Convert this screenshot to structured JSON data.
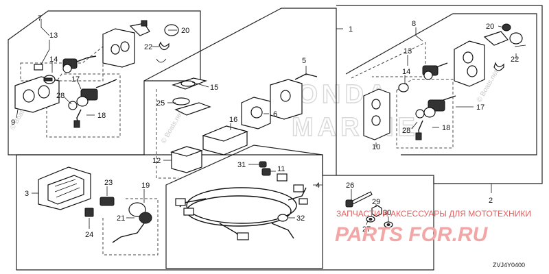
{
  "callouts": {
    "c1": "1",
    "c2": "2",
    "c3": "3",
    "c4": "4",
    "c5": "5",
    "c6": "6",
    "c7": "7",
    "c8": "8",
    "c9": "9",
    "c10": "10",
    "c11": "11",
    "c12": "12",
    "c13a": "13",
    "c13b": "13",
    "c14a": "14",
    "c14b": "14",
    "c15": "15",
    "c16": "16",
    "c17a": "17",
    "c17b": "17",
    "c18a": "18",
    "c18b": "18",
    "c19": "19",
    "c20a": "20",
    "c20b": "20",
    "c21": "21",
    "c22a": "22",
    "c22b": "22",
    "c23": "23",
    "c24": "24",
    "c25": "25",
    "c26": "26",
    "c27": "27",
    "c28a": "28",
    "c28b": "28",
    "c29": "29",
    "c30": "30",
    "c31": "31",
    "c32": "32"
  },
  "diagram_code": "ZVJ4Y0400",
  "watermark": {
    "brand_line1": "HONDA",
    "brand_line2": "MARINE",
    "shop_caption": "ЗАПЧАСТИ И АКСЕССУАРЫ ДЛЯ МОТОТЕХНИКИ",
    "shop_logo": "PARTS FOR.RU",
    "corner_a": "© Boats.net",
    "corner_b": "© Boats.net",
    "corner_c": "© Boats.net"
  }
}
